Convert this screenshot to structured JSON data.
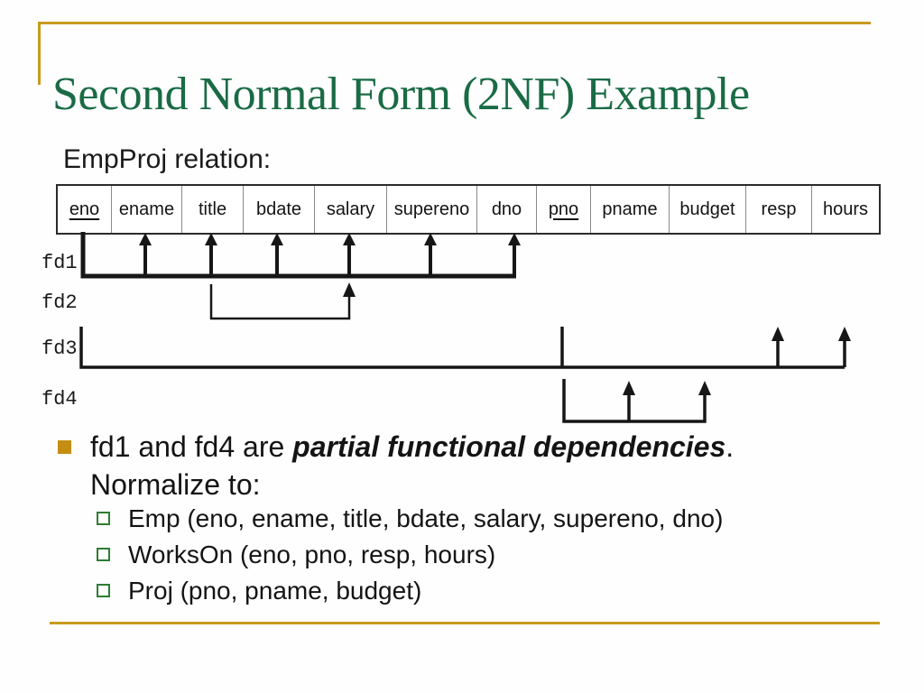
{
  "slide_title": "Second Normal Form (2NF) Example",
  "diagram": {
    "caption": "EmpProj relation:",
    "table": {
      "columns": [
        {
          "name": "eno",
          "key": true
        },
        {
          "name": "ename",
          "key": false
        },
        {
          "name": "title",
          "key": false
        },
        {
          "name": "bdate",
          "key": false
        },
        {
          "name": "salary",
          "key": false
        },
        {
          "name": "supereno",
          "key": false
        },
        {
          "name": "dno",
          "key": false
        },
        {
          "name": "pno",
          "key": true
        },
        {
          "name": "pname",
          "key": false
        },
        {
          "name": "budget",
          "key": false
        },
        {
          "name": "resp",
          "key": false
        },
        {
          "name": "hours",
          "key": false
        }
      ]
    },
    "dependencies": [
      {
        "label": "fd1",
        "determinant": [
          "eno"
        ],
        "dependents": [
          "ename",
          "title",
          "bdate",
          "salary",
          "supereno",
          "dno"
        ]
      },
      {
        "label": "fd2",
        "determinant": [
          "title"
        ],
        "dependents": [
          "salary"
        ]
      },
      {
        "label": "fd3",
        "determinant": [
          "eno",
          "pno"
        ],
        "dependents": [
          "resp",
          "hours"
        ]
      },
      {
        "label": "fd4",
        "determinant": [
          "pno"
        ],
        "dependents": [
          "pname",
          "budget"
        ]
      }
    ]
  },
  "bullets": {
    "main": {
      "prefix": "fd1 and fd4 are ",
      "emphasis": "partial functional dependencies",
      "suffix": ".",
      "line2": "Normalize to:"
    },
    "sub": [
      {
        "text": "Emp (eno, ename, title, bdate, salary, supereno, dno)"
      },
      {
        "text": "WorksOn (eno, pno, resp, hours)"
      },
      {
        "text": "Proj (pno, pname, budget)"
      }
    ]
  },
  "colors": {
    "accent_gold": "#C99B1E",
    "title_green": "#1A6B45",
    "bullet_gold": "#C48E12",
    "sub_bullet_green": "#2E7D32",
    "diagram_line": "#161616"
  }
}
